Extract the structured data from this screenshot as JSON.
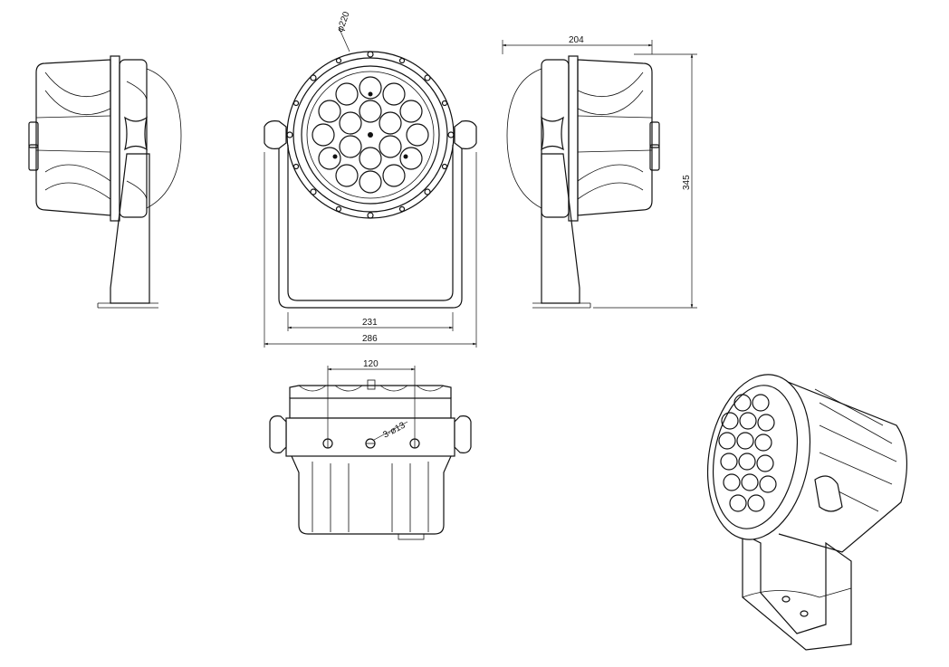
{
  "drawing": {
    "colors": {
      "line": "#111111",
      "background": "#ffffff"
    },
    "dimensions": {
      "lens_diameter": "φ220",
      "depth": "204",
      "height": "345",
      "bracket_inner_width": "231",
      "overall_width": "286",
      "mount_hole_spacing": "120",
      "mount_holes": "3-ø13"
    }
  }
}
